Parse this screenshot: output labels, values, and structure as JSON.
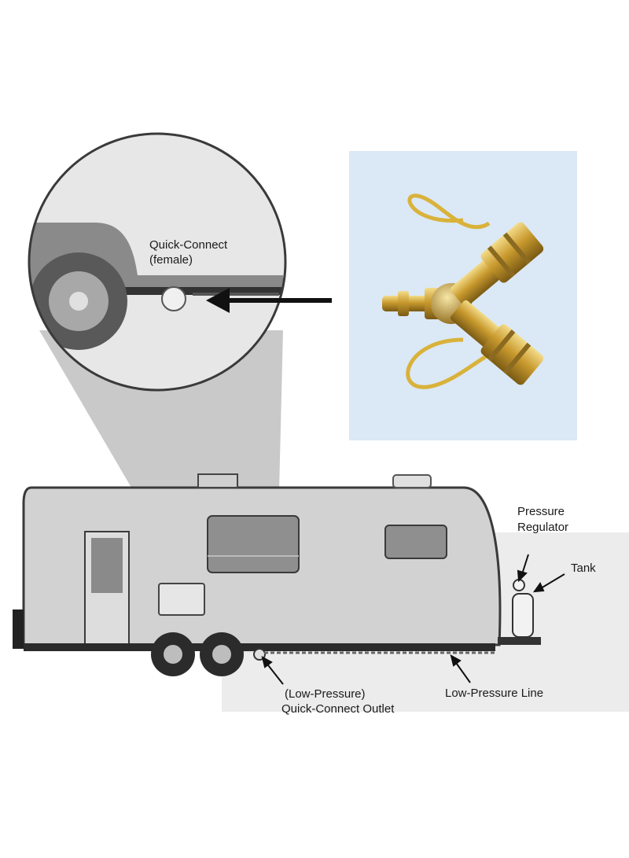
{
  "callout": {
    "line1": "Quick-Connect",
    "line2": "(female)"
  },
  "labels": {
    "pressure_regulator_line1": "Pressure",
    "pressure_regulator_line2": "Regulator",
    "tank": "Tank",
    "outlet_line1": "(Low-Pressure)",
    "outlet_line2": "Quick-Connect Outlet",
    "low_pressure_line": "Low-Pressure Line"
  },
  "colors": {
    "trailer_body": "#d4d4d4",
    "trailer_outline": "#3a3a3a",
    "window": "#8f8f8f",
    "dark": "#2b2b2b",
    "brass": "#c9a23a",
    "photo_bg": "#dbe8f5"
  }
}
